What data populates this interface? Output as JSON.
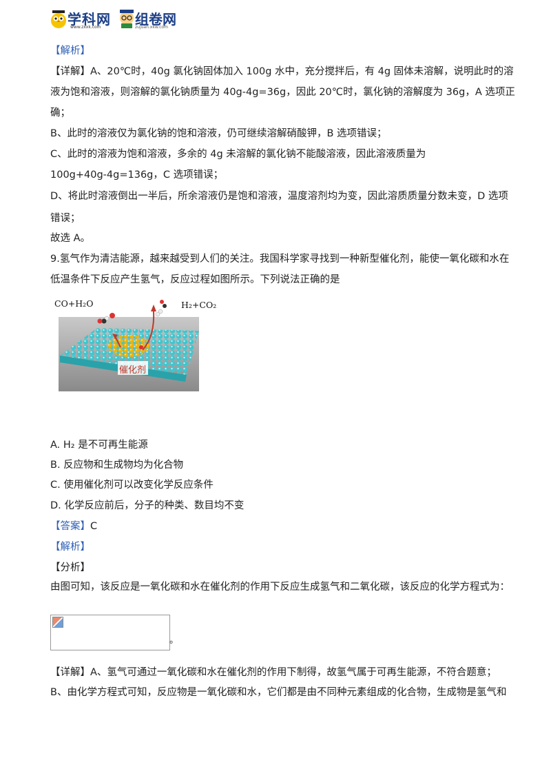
{
  "header": {
    "logo1_text": "学科网",
    "logo1_url_text": "www.zxxk.com",
    "logo2_text": "组卷网",
    "logo2_url_text": "zujuan.xkw.com"
  },
  "solution8": {
    "jiexi_label": "【解析】",
    "detail_line1": "【详解】A、20℃时，40g 氯化钠固体加入 100g 水中，充分搅拌后，有 4g 固体未溶解，说明此时的溶",
    "detail_line2": "液为饱和溶液，则溶解的氯化钠质量为 40g-4g=36g，因此 20℃时，氯化钠的溶解度为 36g，A 选项正",
    "detail_line3": "确；",
    "b_line": "B、此时的溶液仅为氯化钠的饱和溶液，仍可继续溶解硝酸钾，B 选项错误；",
    "c_line1": "C、此时的溶液为饱和溶液，多余的 4g 未溶解的氯化钠不能酸溶液，因此溶液质量为",
    "c_line2": "100g+40g-4g=136g，C 选项错误；",
    "d_line1": "D、将此时溶液倒出一半后，所余溶液仍是饱和溶液，温度溶剂均为变，因此溶质质量分数未变，D 选项",
    "d_line2": "错误；",
    "conclusion": "故选 A。"
  },
  "question9": {
    "stem_line1": "9.氢气作为清洁能源，越来越受到人们的关注。我国科学家寻找到一种新型催化剂，能使一氧化碳和水在",
    "stem_line2": "低温条件下反应产生氢气，反应过程如图所示。下列说法正确的是",
    "figure": {
      "left_label": "CO+H₂O",
      "right_label": "H₂+CO₂",
      "catalyst_label": "催化剂"
    },
    "options": {
      "a": "A. H₂ 是不可再生能源",
      "b": "B. 反应物和生成物均为化合物",
      "c": "C. 使用催化剂可以改变化学反应条件",
      "d": "D. 化学反应前后，分子的种类、数目均不变"
    },
    "answer_label": "【答案】",
    "answer_value": "C",
    "jiexi_label": "【解析】",
    "fenxi_label": "【分析】",
    "fenxi_text": "由图可知，该反应是一氧化碳和水在催化剂的作用下反应生成氢气和二氧化碳，该反应的化学方程式为：",
    "period_after_eq": "。",
    "detail_a": "【详解】A、氢气可通过一氧化碳和水在催化剂的作用下制得，故氢气属于可再生能源，不符合题意；",
    "detail_b": "B、由化学方程式可知，反应物是一氧化碳和水，它们都是由不同种元素组成的化合物，生成物是氢气和"
  }
}
